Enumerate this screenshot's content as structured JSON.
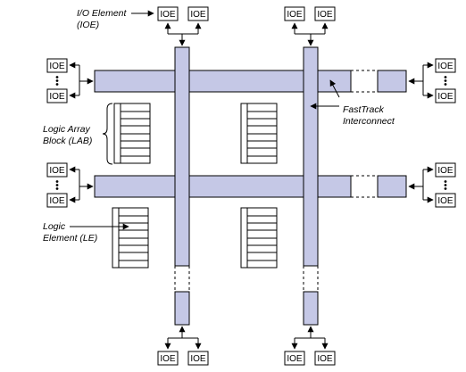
{
  "colors": {
    "interconnect_fill": "#c5c8e6",
    "outline": "#000000",
    "background": "#ffffff"
  },
  "ioe_label": "IOE",
  "labels": {
    "io_element": [
      "I/O Element",
      "(IOE)"
    ],
    "fasttrack": [
      "FastTrack",
      "Interconnect"
    ],
    "lab": [
      "Logic Array",
      "Block (LAB)"
    ],
    "logic_element": [
      "Logic",
      "Element (LE)"
    ]
  }
}
